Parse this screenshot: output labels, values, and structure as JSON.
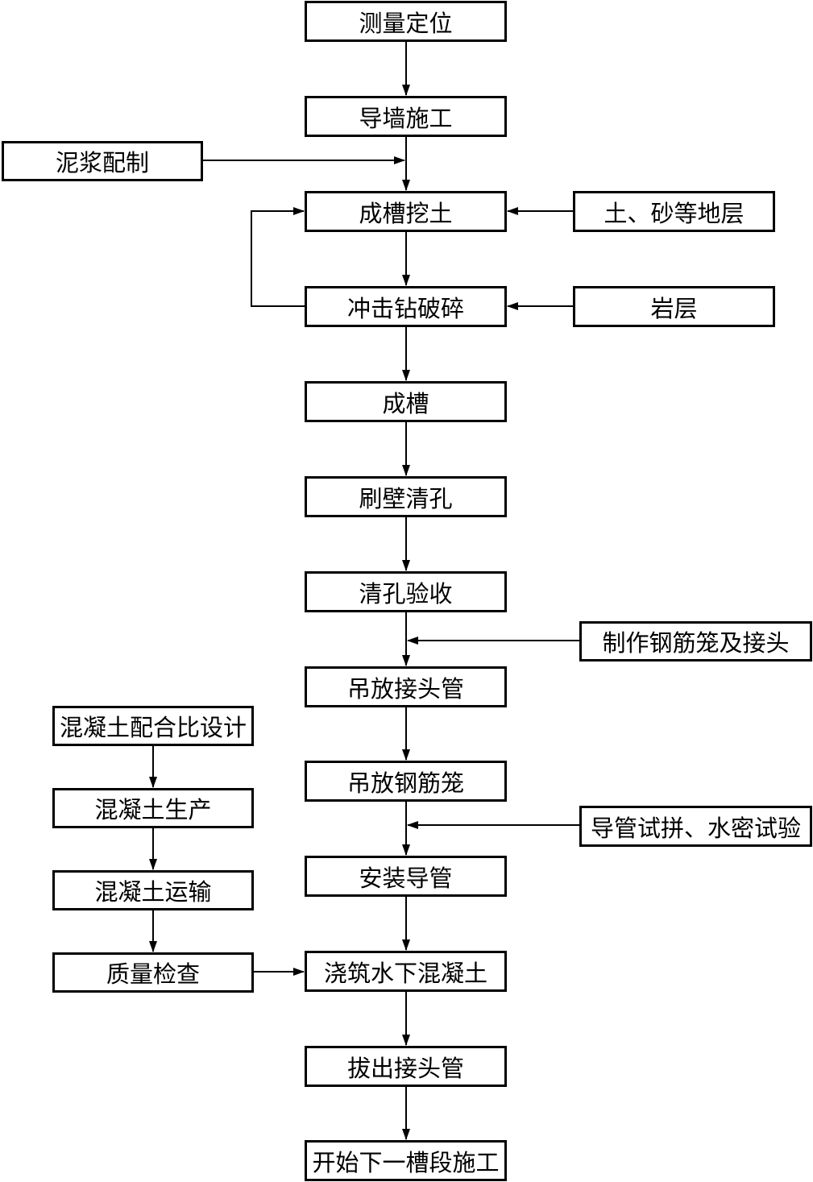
{
  "steps": {
    "survey": "测量定位",
    "guide_wall": "导墙施工",
    "dig": "成槽挖土",
    "impact_drill": "冲击钻破碎",
    "trench": "成槽",
    "brush": "刷壁清孔",
    "accept": "清孔验收",
    "joint_pipe": "吊放接头管",
    "cage": "吊放钢筋笼",
    "install_pipe": "安装导管",
    "pour": "浇筑水下混凝土",
    "pull": "拔出接头管",
    "next": "开始下一槽段施工"
  },
  "inputs": {
    "slurry": "泥浆配制",
    "soil": "土、砂等地层",
    "rock": "岩层",
    "make_cage": "制作钢筋笼及接头",
    "trial": "导管试拼、水密试验"
  },
  "concrete": {
    "mix": "混凝土配合比设计",
    "produce": "混凝土生产",
    "transport": "混凝土运输",
    "quality": "质量检查"
  }
}
